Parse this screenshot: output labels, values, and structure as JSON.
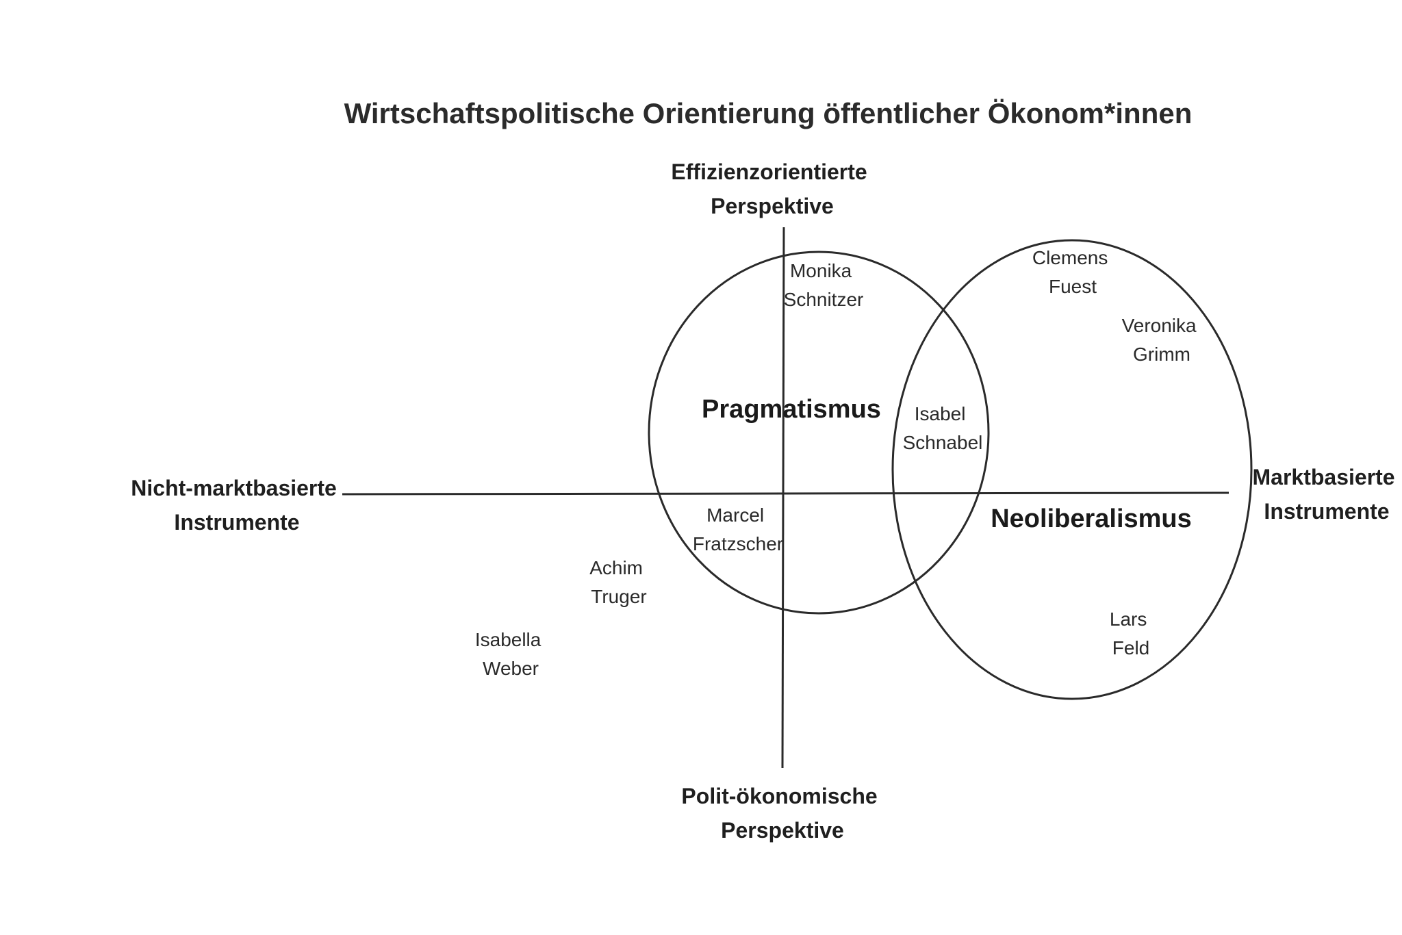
{
  "title": "Wirtschaftspolitische Orientierung öffentlicher Ökonom*innen",
  "axes": {
    "top": [
      "Effizienzorientierte",
      "Perspektive"
    ],
    "bottom": [
      "Polit-ökonomische",
      "Perspektive"
    ],
    "left": [
      "Nicht-marktbasierte",
      "Instrumente"
    ],
    "right": [
      "Marktbasierte",
      "Instrumente"
    ]
  },
  "regions": {
    "pragmatismus": "Pragmatismus",
    "neoliberalismus": "Neoliberalismus"
  },
  "people": {
    "monika_schnitzer": [
      "Monika",
      "Schnitzer"
    ],
    "clemens_fuest": [
      "Clemens",
      "Fuest"
    ],
    "veronika_grimm": [
      "Veronika",
      "Grimm"
    ],
    "isabel_schnabel": [
      "Isabel",
      "Schnabel"
    ],
    "marcel_fratzscher": [
      "Marcel",
      "Fratzscher"
    ],
    "achim_truger": [
      "Achim",
      "Truger"
    ],
    "isabella_weber": [
      "Isabella",
      "Weber"
    ],
    "lars_feld": [
      "Lars",
      "Feld"
    ]
  }
}
